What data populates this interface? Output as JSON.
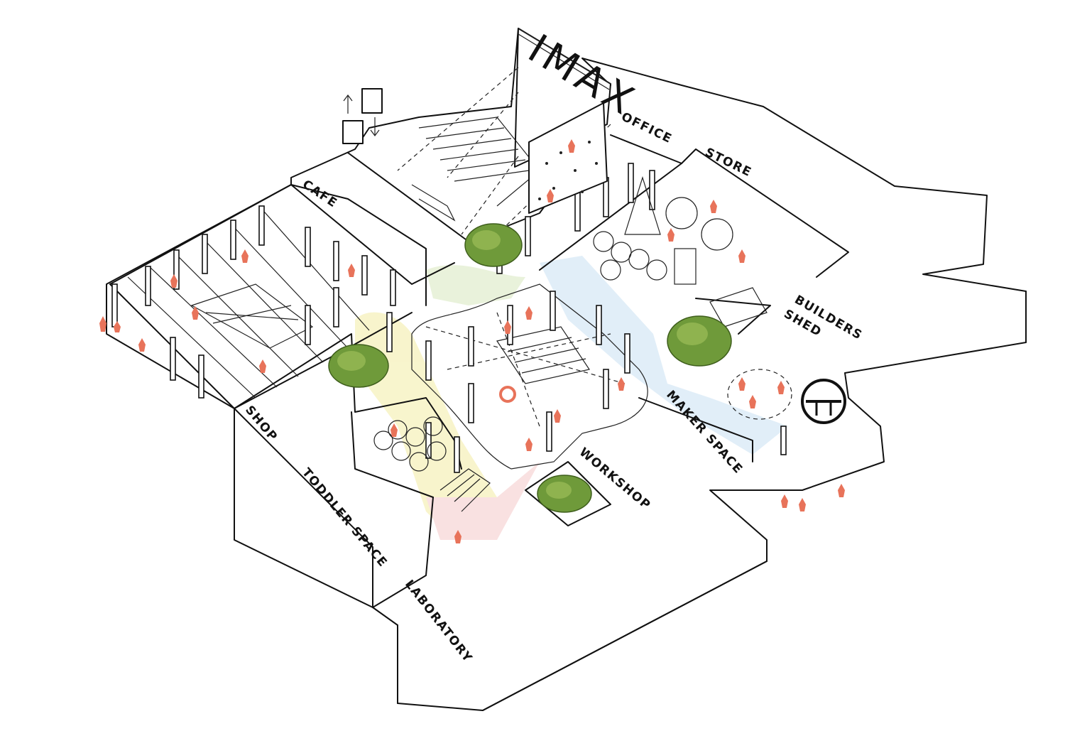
{
  "labels": {
    "imax": "IMAX",
    "office": "OFFICE",
    "store": "STORE",
    "cafe": "CAFE",
    "builders_shed_1": "BUILDERS",
    "builders_shed_2": "SHED",
    "shop": "SHOP",
    "toddler_space": "TODDLER SPACE",
    "maker_space": "MAKER SPACE",
    "workshop": "WORKSHOP",
    "laboratory": "LABORATORY"
  },
  "colors": {
    "line": "#111111",
    "people": "#e8735a",
    "trees": "#6f9a3a",
    "zone_yellow": "#f7f3c4",
    "zone_pink": "#f8dcdc",
    "zone_blue": "#dcebf7",
    "zone_green": "#e6f0d5"
  },
  "icons": {
    "up_down_arrows": "lift-arrows-icon",
    "person": "person-figure-icon",
    "tree": "courtyard-tree-icon"
  }
}
